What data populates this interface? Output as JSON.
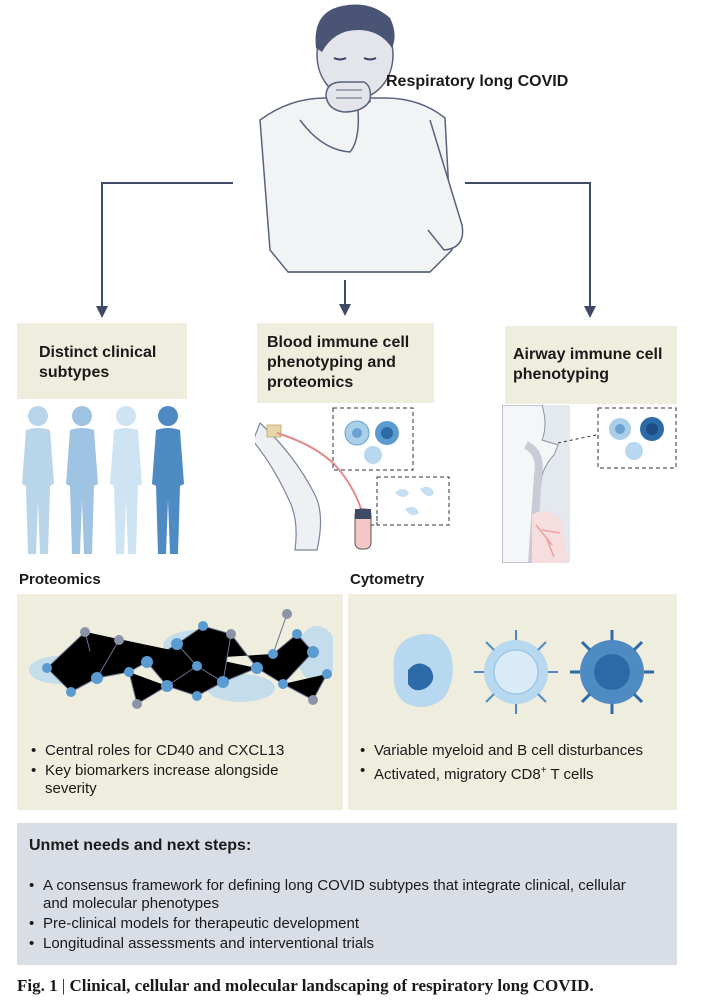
{
  "header": {
    "title": "Respiratory long COVID"
  },
  "branches": [
    {
      "title": "Distinct clinical subtypes"
    },
    {
      "title": "Blood immune cell phenotyping and proteomics"
    },
    {
      "title": "Airway immune cell phenotyping"
    }
  ],
  "proteomics": {
    "label": "Proteomics",
    "bullets": [
      "Central roles for CD40 and CXCL13",
      "Key biomarkers increase alongside severity"
    ]
  },
  "cytometry": {
    "label": "Cytometry",
    "bullets": [
      "Variable myeloid and B cell disturbances",
      "Activated, migratory CD8",
      "+",
      " T cells"
    ]
  },
  "unmet": {
    "title": "Unmet needs and next steps:",
    "bullets": [
      "A consensus framework for defining long COVID subtypes that integrate clinical, cellular and molecular phenotypes",
      "Pre-clinical models for therapeutic development",
      "Longitudinal assessments and interventional trials"
    ]
  },
  "caption": {
    "label": "Fig. 1",
    "sep": " | ",
    "text": "Clinical, cellular and molecular landscaping of respiratory long COVID."
  }
}
